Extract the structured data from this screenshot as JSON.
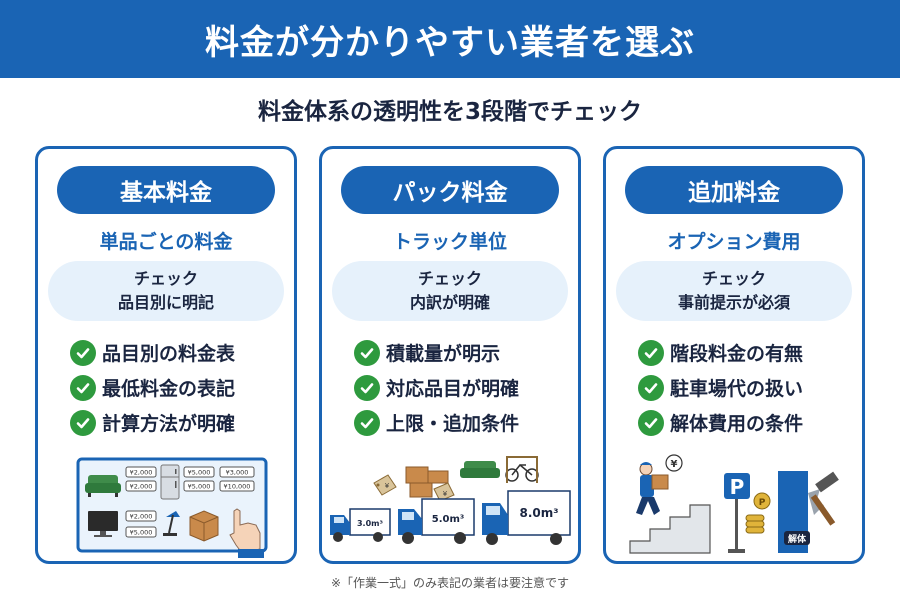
{
  "banner": {
    "title": "料金が分かりやすい業者を選ぶ"
  },
  "subtitle": "料金体系の透明性を3段階でチェック",
  "cards": [
    {
      "title": "基本料金",
      "sub": "単品ごとの料金",
      "check_heading": "チェック",
      "check_text": "品目別に明記",
      "items": [
        "品目別の料金表",
        "最低料金の表記",
        "計算方法が明確"
      ],
      "illustration": {
        "price_tags": [
          "¥2,000",
          "¥2,000",
          "¥5,000",
          "¥3,000",
          "¥5,000",
          "¥10,000",
          "¥2,000",
          "¥5,000"
        ],
        "icons": [
          "sofa-icon",
          "refrigerator-icon",
          "tv-icon",
          "desk-lamp-icon",
          "cardboard-box-icon",
          "pointing-hand-icon"
        ]
      }
    },
    {
      "title": "パック料金",
      "sub": "トラック単位",
      "check_heading": "チェック",
      "check_text": "内訳が明確",
      "items": [
        "積載量が明示",
        "対応品目が明確",
        "上限・追加条件"
      ],
      "illustration": {
        "truck_labels": [
          "3.0m³",
          "5.0m³",
          "8.0m³"
        ],
        "tag_label": "¥",
        "icons": [
          "truck-icon",
          "cardboard-box-icon",
          "sofa-icon",
          "bicycle-icon",
          "price-tag-icon"
        ]
      }
    },
    {
      "title": "追加料金",
      "sub": "オプション費用",
      "check_heading": "チェック",
      "check_text": "事前提示が必須",
      "items": [
        "階段料金の有無",
        "駐車場代の扱い",
        "解体費用の条件"
      ],
      "illustration": {
        "yen_label": "¥",
        "parking_label": "P",
        "coin_label": "P",
        "demolition_label": "解体",
        "icons": [
          "stairs-worker-icon",
          "parking-sign-icon",
          "coin-stack-icon",
          "hammer-icon"
        ]
      }
    }
  ],
  "footnote": "※「作業一式」のみ表記の業者は要注意です",
  "colors": {
    "primary": "#1a64b4",
    "check_green": "#2e9a3e",
    "light_blue": "#e6f1fb"
  }
}
